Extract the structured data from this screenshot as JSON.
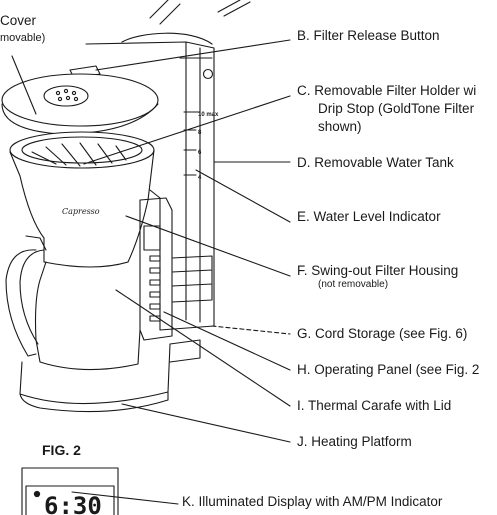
{
  "labels": {
    "a_line1": "Cover",
    "a_line2": "movable)",
    "b": "B. Filter Release Button",
    "c_line1": "C. Removable Filter Holder wi",
    "c_line2": "Drip Stop (GoldTone Filter",
    "c_line3": "shown)",
    "d": "D. Removable Water Tank",
    "e": "E. Water Level Indicator",
    "f_line1": "F. Swing-out Filter Housing",
    "f_line2": "(not removable)",
    "g": "G. Cord Storage (see Fig. 6)",
    "h": "H. Operating Panel (see Fig. 2",
    "i": "I. Thermal Carafe with Lid",
    "j": "J. Heating Platform",
    "k": "K. Illuminated Display with AM/PM Indicator"
  },
  "figure": {
    "title": "FIG. 2",
    "display_time": "6:30",
    "brand": "Capresso",
    "tank_marks": [
      "10 max",
      "8",
      "6",
      "4"
    ]
  },
  "colors": {
    "ink": "#1a1a1a",
    "paper": "#ffffff"
  }
}
